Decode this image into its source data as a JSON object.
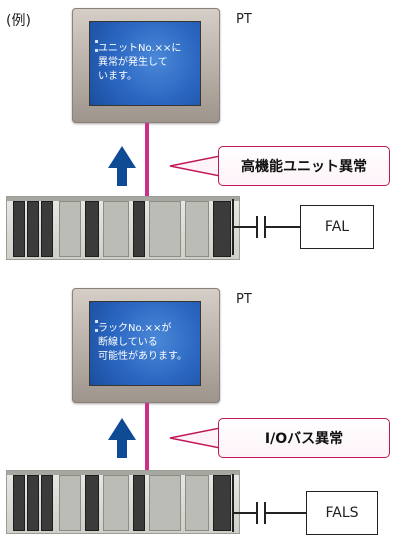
{
  "example_label": "(例)",
  "panels": [
    {
      "pt_label": "PT",
      "screen_message": "ユニットNo.××に\n異常が発生して\nいます。",
      "error_bubble": "高機能ユニット異常",
      "instruction": "FAL"
    },
    {
      "pt_label": "PT",
      "screen_message": "ラックNo.××が\n断線している\n可能性があります。",
      "error_bubble": "I/Oバス異常",
      "instruction": "FALS"
    }
  ],
  "colors": {
    "cable": "#cc2f8a",
    "arrow": "#0f4a94",
    "bubble_border": "#c2185b",
    "screen": "#2a66c0"
  }
}
